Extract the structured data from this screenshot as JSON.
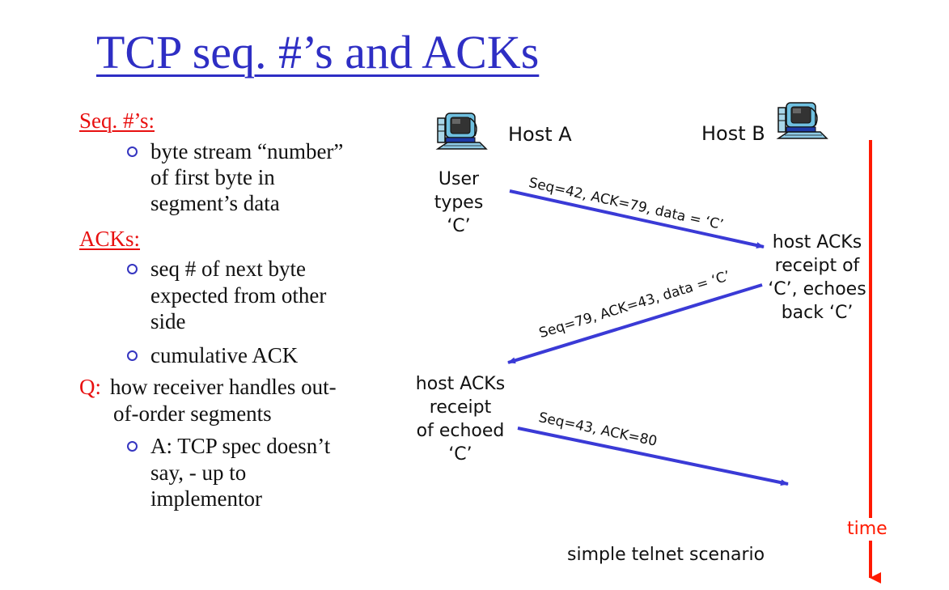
{
  "slide": {
    "title": "TCP seq. #’s and ACKs",
    "sections": [
      {
        "heading": "Seq. #’s:",
        "bullets": [
          {
            "lines": [
              "byte stream “number”",
              "of first byte in",
              "segment’s data"
            ]
          }
        ]
      },
      {
        "heading": "ACKs:",
        "bullets": [
          {
            "lines": [
              "seq # of next byte",
              "expected from other",
              "side"
            ]
          },
          {
            "lines": [
              "cumulative ACK"
            ]
          }
        ]
      }
    ],
    "question": {
      "prefix": "Q:",
      "lines": [
        "how receiver handles out-",
        "of-order segments"
      ],
      "answer_lines": [
        "A: TCP spec doesn’t",
        "say, - up to",
        "implementor"
      ]
    }
  },
  "diagram": {
    "host_a": {
      "label": "Host A",
      "icon": "computer-icon"
    },
    "host_b": {
      "label": "Host B",
      "icon": "computer-icon"
    },
    "annotations": {
      "user_types": [
        "User",
        "types",
        "‘C’"
      ],
      "host_b_ack": [
        "host ACKs",
        "receipt of",
        "‘C’, echoes",
        "back ‘C’"
      ],
      "host_a_ack": [
        "host ACKs",
        "receipt",
        "of echoed",
        "‘C’"
      ]
    },
    "messages": [
      {
        "label": "Seq=42, ACK=79, data = ‘C’",
        "from": "Host A",
        "to": "Host B"
      },
      {
        "label": "Seq=79, ACK=43, data = ‘C’",
        "from": "Host B",
        "to": "Host A"
      },
      {
        "label": "Seq=43, ACK=80",
        "from": "Host A",
        "to": "Host B"
      }
    ],
    "time_label": "time",
    "caption": "simple telnet scenario",
    "colors": {
      "title": "#2e2ec4",
      "arrow": "#3a3ad6",
      "time_axis": "#ff1a00",
      "heading_red": "#e81010"
    }
  }
}
